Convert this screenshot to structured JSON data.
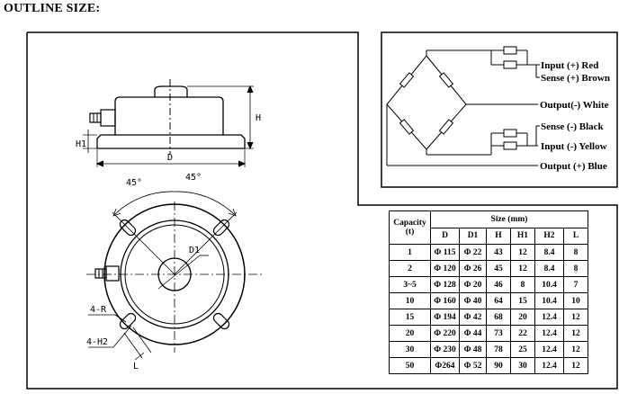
{
  "heading": "OUTLINE SIZE:",
  "drawing": {
    "dim_H": "H",
    "dim_H1": "H1",
    "dim_D": "D",
    "dim_D1": "D1",
    "angle_left": "45°",
    "angle_right": "45°",
    "dim_4R": "4-R",
    "dim_4H2": "4-H2",
    "dim_L": "L"
  },
  "wiring": [
    {
      "label": "Input (+) Red"
    },
    {
      "label": "Sense (+) Brown"
    },
    {
      "label": "Output(-) White"
    },
    {
      "label": "Sense (-) Black"
    },
    {
      "label": "Input (-) Yellow"
    },
    {
      "label": "Output (+) Blue"
    }
  ],
  "table": {
    "capacity_header_1": "Capacity",
    "capacity_header_2": "(t)",
    "size_header": "Size (mm)",
    "columns": [
      "D",
      "D1",
      "H",
      "H1",
      "H2",
      "L"
    ],
    "rows": [
      [
        "1",
        "Φ 115",
        "Φ 22",
        "43",
        "12",
        "8.4",
        "8"
      ],
      [
        "2",
        "Φ 120",
        "Φ 26",
        "45",
        "12",
        "8.4",
        "8"
      ],
      [
        "3~5",
        "Φ 128",
        "Φ 20",
        "46",
        "8",
        "10.4",
        "7"
      ],
      [
        "10",
        "Φ 160",
        "Φ 40",
        "64",
        "15",
        "10.4",
        "10"
      ],
      [
        "15",
        "Φ 194",
        "Φ 42",
        "68",
        "20",
        "12.4",
        "12"
      ],
      [
        "20",
        "Φ 220",
        "Φ 44",
        "73",
        "22",
        "12.4",
        "12"
      ],
      [
        "30",
        "Φ 230",
        "Φ 48",
        "78",
        "25",
        "12.4",
        "12"
      ],
      [
        "50",
        "Φ264",
        "Φ 52",
        "90",
        "30",
        "12.4",
        "12"
      ]
    ]
  }
}
